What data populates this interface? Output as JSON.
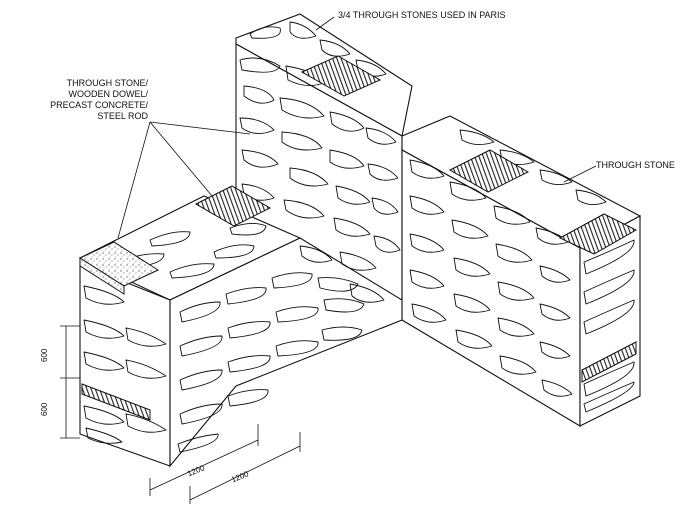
{
  "labels": {
    "through_stones_paris": "3/4 THROUGH STONES USED IN PARIS",
    "through_stone_options": [
      "THROUGH STONE/",
      "WOODEN DOWEL/",
      "PRECAST CONCRETE/",
      "STEEL ROD"
    ],
    "through_stone": "THROUGH STONE"
  },
  "dimensions": {
    "height_upper": "600",
    "height_lower": "600",
    "length_1": "1200",
    "length_2": "1200"
  },
  "colors": {
    "ink": "#111111",
    "hatch": "#2a2a2a",
    "paper": "#ffffff"
  }
}
